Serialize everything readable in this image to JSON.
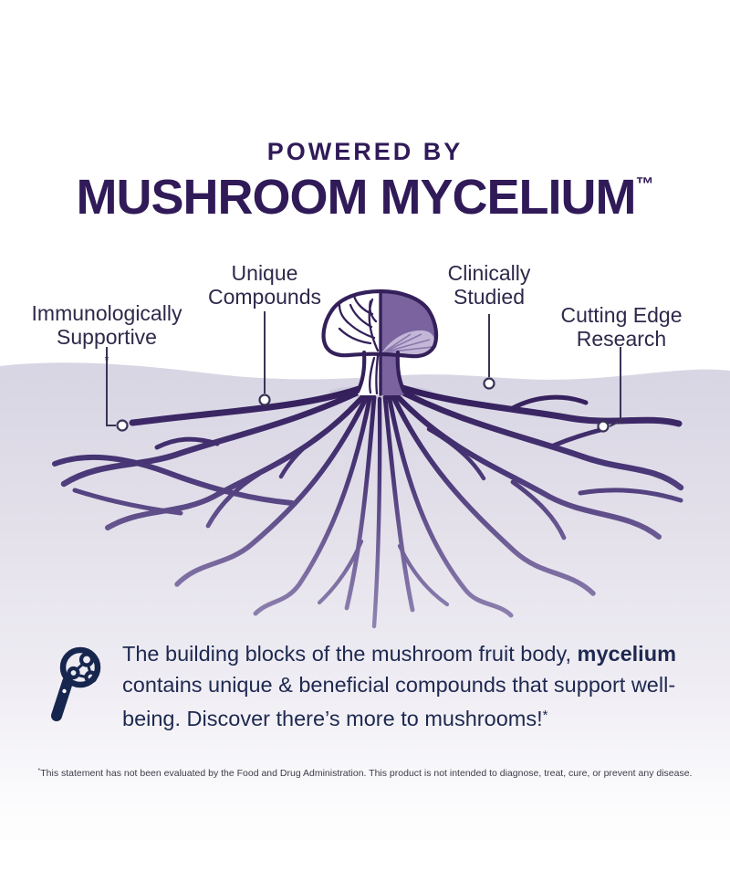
{
  "header": {
    "kicker": "POWERED BY",
    "title": "MUSHROOM MYCELIUM",
    "trademark": "™"
  },
  "callouts": [
    {
      "line1": "Immunologically",
      "line2": "Supportive",
      "sup": "*"
    },
    {
      "line1": "Unique",
      "line2": "Compounds",
      "sup": ""
    },
    {
      "line1": "Clinically",
      "line2": "Studied",
      "sup": ""
    },
    {
      "line1": "Cutting Edge",
      "line2": "Research",
      "sup": ""
    }
  ],
  "illustration": {
    "subject": "half-cutaway mushroom with underground mycelium root network",
    "icon": "magnifying-glass-with-molecules"
  },
  "description": {
    "line1_normal": "The building blocks of the mushroom fruit body, ",
    "line1_bold": "mycelium",
    "line2": "contains unique & beneficial compounds that support well-",
    "line3": "being. Discover there’s more to mushrooms!",
    "line3_sup": "*"
  },
  "disclaimer": {
    "sup": "*",
    "text": "This statement has not been evaluated by the Food and Drug Administration. This product is not intended to diagnose, treat, cure, or prevent any disease."
  },
  "colors": {
    "title": "#301a58",
    "label": "#2e294a",
    "line": "#3a3356",
    "body": "#1e2950",
    "icon": "#17264f",
    "finePrint": "#3e3c48",
    "outline": "#34205a",
    "capPurple": "#7a639e",
    "gill": "#c3b7d7",
    "groundTop": "#d8d5e4",
    "rootDark": "#331e5a",
    "rootLight": "#9186b2"
  }
}
